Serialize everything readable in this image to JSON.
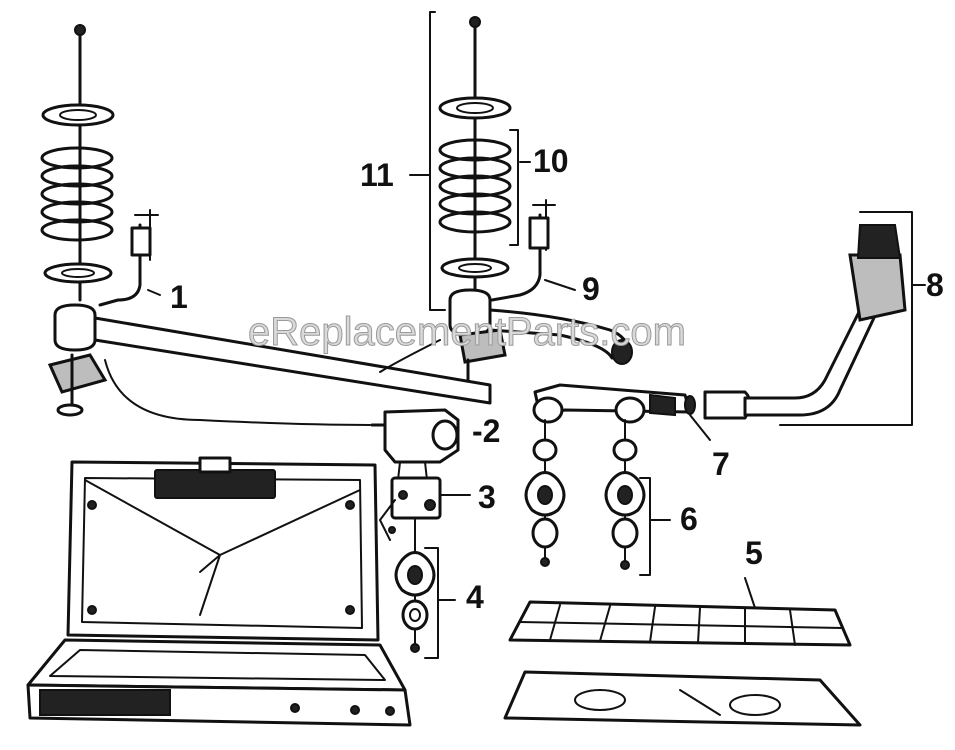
{
  "watermark": "eReplacementParts.com",
  "callouts": [
    {
      "id": "1",
      "label": "1"
    },
    {
      "id": "2",
      "label": "-2"
    },
    {
      "id": "3",
      "label": "3"
    },
    {
      "id": "4",
      "label": "4"
    },
    {
      "id": "5",
      "label": "5"
    },
    {
      "id": "6",
      "label": "6"
    },
    {
      "id": "7",
      "label": "7"
    },
    {
      "id": "8",
      "label": "8"
    },
    {
      "id": "9",
      "label": "9"
    },
    {
      "id": "10",
      "label": "10"
    },
    {
      "id": "11",
      "label": "11"
    }
  ],
  "colors": {
    "ink": "#111111",
    "paper": "#ffffff",
    "watermark": "#d9d9d9"
  }
}
